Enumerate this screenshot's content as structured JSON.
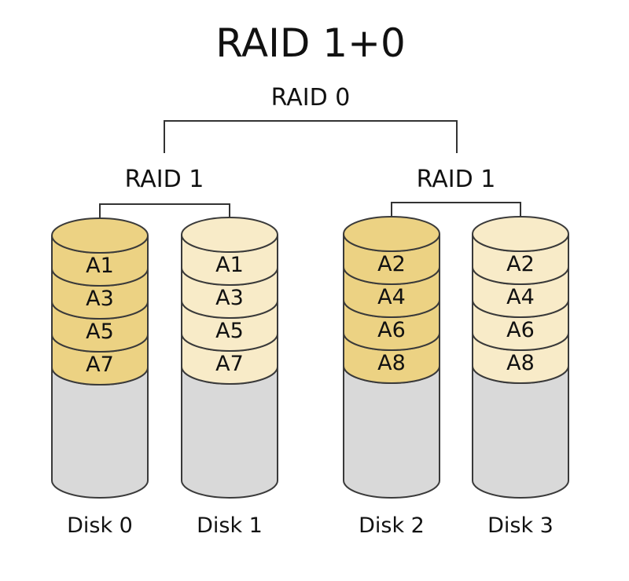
{
  "title": "RAID 1+0",
  "top_label": "RAID 0",
  "groups": [
    {
      "label": "RAID 1"
    },
    {
      "label": "RAID 1"
    }
  ],
  "colors": {
    "primary_block": "#ecd283",
    "mirror_block": "#f8ebc8",
    "empty_space": "#d9d9d9",
    "outline": "#3a3a3a"
  },
  "disks": [
    {
      "name": "Disk 0",
      "style": "primary",
      "blocks": [
        "A1",
        "A3",
        "A5",
        "A7"
      ]
    },
    {
      "name": "Disk 1",
      "style": "mirror",
      "blocks": [
        "A1",
        "A3",
        "A5",
        "A7"
      ]
    },
    {
      "name": "Disk 2",
      "style": "primary",
      "blocks": [
        "A2",
        "A4",
        "A6",
        "A8"
      ]
    },
    {
      "name": "Disk 3",
      "style": "mirror",
      "blocks": [
        "A2",
        "A4",
        "A6",
        "A8"
      ]
    }
  ]
}
